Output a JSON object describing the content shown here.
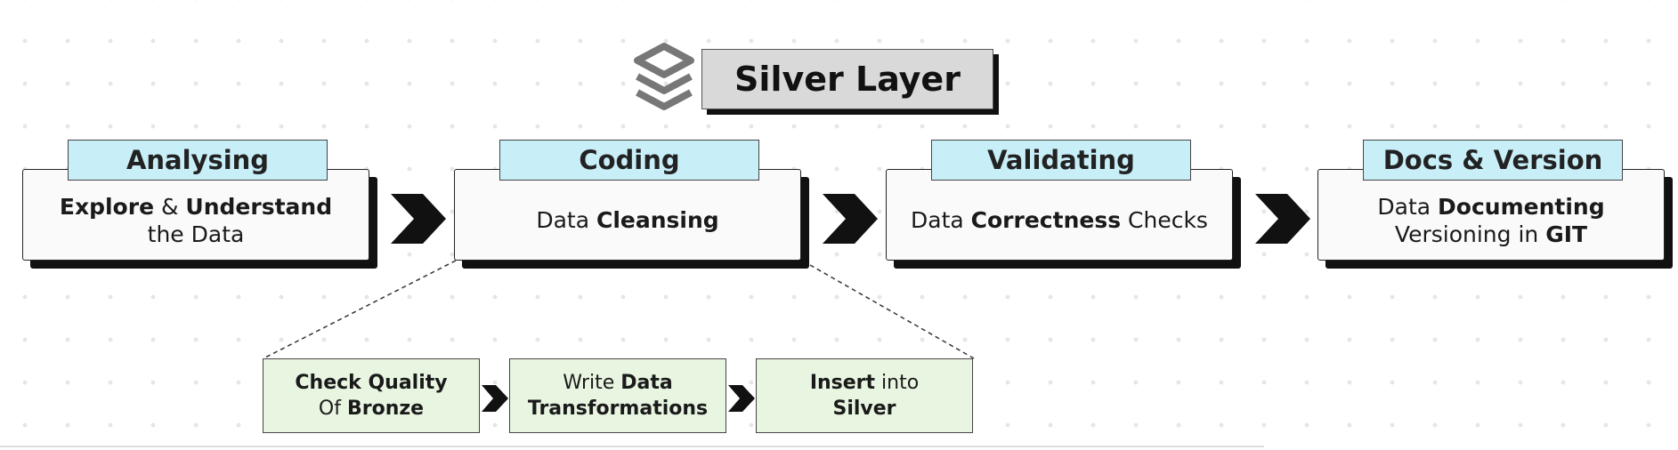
{
  "title": "Silver Layer",
  "stages": [
    {
      "label": "Analysing",
      "desc": [
        {
          "text": "Explore",
          "bold": true
        },
        {
          "text": " & ",
          "bold": false
        },
        {
          "text": "Understand",
          "bold": true
        },
        {
          "text": "\nthe Data",
          "bold": false
        }
      ]
    },
    {
      "label": "Coding",
      "desc": [
        {
          "text": "Data ",
          "bold": false
        },
        {
          "text": "Cleansing",
          "bold": true
        }
      ]
    },
    {
      "label": "Validating",
      "desc": [
        {
          "text": "Data ",
          "bold": false
        },
        {
          "text": "Correctness",
          "bold": true
        },
        {
          "text": " Checks",
          "bold": false
        }
      ]
    },
    {
      "label": "Docs & Version",
      "desc": [
        {
          "text": "Data ",
          "bold": false
        },
        {
          "text": "Documenting",
          "bold": true
        },
        {
          "text": "\nVersioning in ",
          "bold": false
        },
        {
          "text": "GIT",
          "bold": true
        }
      ]
    }
  ],
  "sub_steps": [
    {
      "desc": [
        {
          "text": "Check Quality",
          "bold": true
        },
        {
          "text": "\nOf ",
          "bold": false
        },
        {
          "text": "Bronze",
          "bold": true
        }
      ]
    },
    {
      "desc": [
        {
          "text": "Write ",
          "bold": false
        },
        {
          "text": "Data",
          "bold": true
        },
        {
          "text": "\nTransformations",
          "bold": true
        }
      ]
    },
    {
      "desc": [
        {
          "text": "Insert",
          "bold": true
        },
        {
          "text": " into",
          "bold": false
        },
        {
          "text": "\nSilver",
          "bold": true
        }
      ]
    }
  ],
  "icons": {
    "title": "layers-stack-icon",
    "arrow": "chevron-right-icon"
  },
  "colors": {
    "stage_tab": "#c8eef8",
    "sub_card": "#e8f5e1",
    "title_box": "#d9d9d9"
  }
}
